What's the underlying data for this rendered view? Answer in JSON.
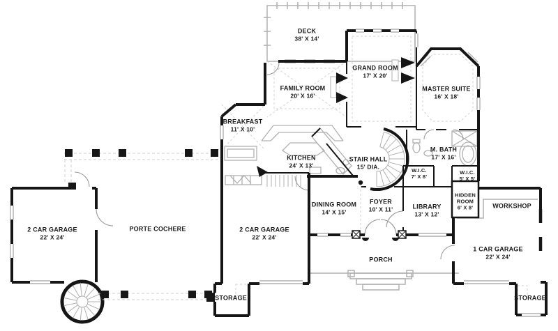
{
  "rooms": {
    "deck": {
      "name": "DECK",
      "dims": "38' X 14'"
    },
    "family_room": {
      "name": "FAMILY ROOM",
      "dims": "20' X 16'"
    },
    "grand_room": {
      "name": "GRAND ROOM",
      "dims": "17' X 20'"
    },
    "master_suite": {
      "name": "MASTER SUITE",
      "dims": "16' X 18'"
    },
    "breakfast": {
      "name": "BREAKFAST",
      "dims": "11' X 10'"
    },
    "kitchen": {
      "name": "KITCHEN",
      "dims": "24' X 13'"
    },
    "stair_hall": {
      "name": "STAIR HALL",
      "dims": "15' DIA."
    },
    "master_bath": {
      "name": "M. BATH",
      "dims": "17' X 16'"
    },
    "wic_master": {
      "name": "W.I.C.",
      "dims": "7' X 8'"
    },
    "wic_small": {
      "name": "W.I.C.",
      "dims": "5' X 5'"
    },
    "hidden_room": {
      "name": "HIDDEN ROOM",
      "dims": "6' X 8'"
    },
    "dining_room": {
      "name": "DINING ROOM",
      "dims": "14' X 15'"
    },
    "foyer": {
      "name": "FOYER",
      "dims": "10' X 11'"
    },
    "library": {
      "name": "LIBRARY",
      "dims": "13' X 12'"
    },
    "porch": {
      "name": "PORCH",
      "dims": ""
    },
    "garage_left": {
      "name": "2 CAR GARAGE",
      "dims": "22' X 24'"
    },
    "porte_cochere": {
      "name": "PORTE COCHERE",
      "dims": ""
    },
    "garage_middle": {
      "name": "2 CAR GARAGE",
      "dims": "22' X 24'"
    },
    "storage_middle": {
      "name": "STORAGE",
      "dims": ""
    },
    "workshop": {
      "name": "WORKSHOP",
      "dims": ""
    },
    "garage_right": {
      "name": "1 CAR GARAGE",
      "dims": "22' X 24'"
    },
    "storage_right": {
      "name": "STORAGE",
      "dims": ""
    }
  },
  "colors": {
    "wall": "#161616",
    "light_line": "#b0b0b0",
    "dashed_line": "#d2d2d2",
    "text": "#1b1b1b",
    "background": "#ffffff"
  }
}
